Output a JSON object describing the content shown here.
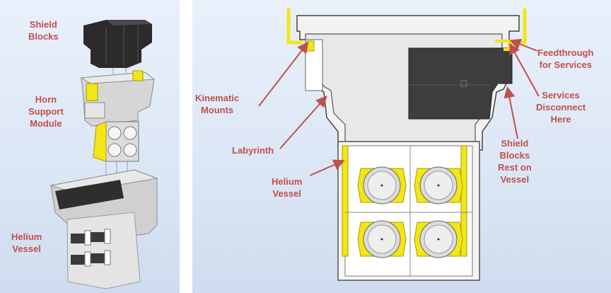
{
  "left_labels": {
    "shield_blocks": "Shield\nBlocks",
    "horn_support_module": "Horn\nSupport\nModule",
    "helium_vessel": "Helium\nVessel"
  },
  "right_labels": {
    "kinematic_mounts": "Kinematic\nMounts",
    "labyrinth": "Labyrinth",
    "helium_vessel": "Helium\nVessel",
    "feedthrough": "Feedthrough\nfor Services",
    "services_disconnect": "Services\nDisconnect\nHere",
    "shield_blocks_rest": "Shield\nBlocks\nRest on\nVessel"
  },
  "colors": {
    "label": "#c0504d",
    "arrow": "#c0504d",
    "yellow": "#f2e616",
    "dark_block": "#3a3a3a",
    "steel": "#c9c9c9"
  }
}
